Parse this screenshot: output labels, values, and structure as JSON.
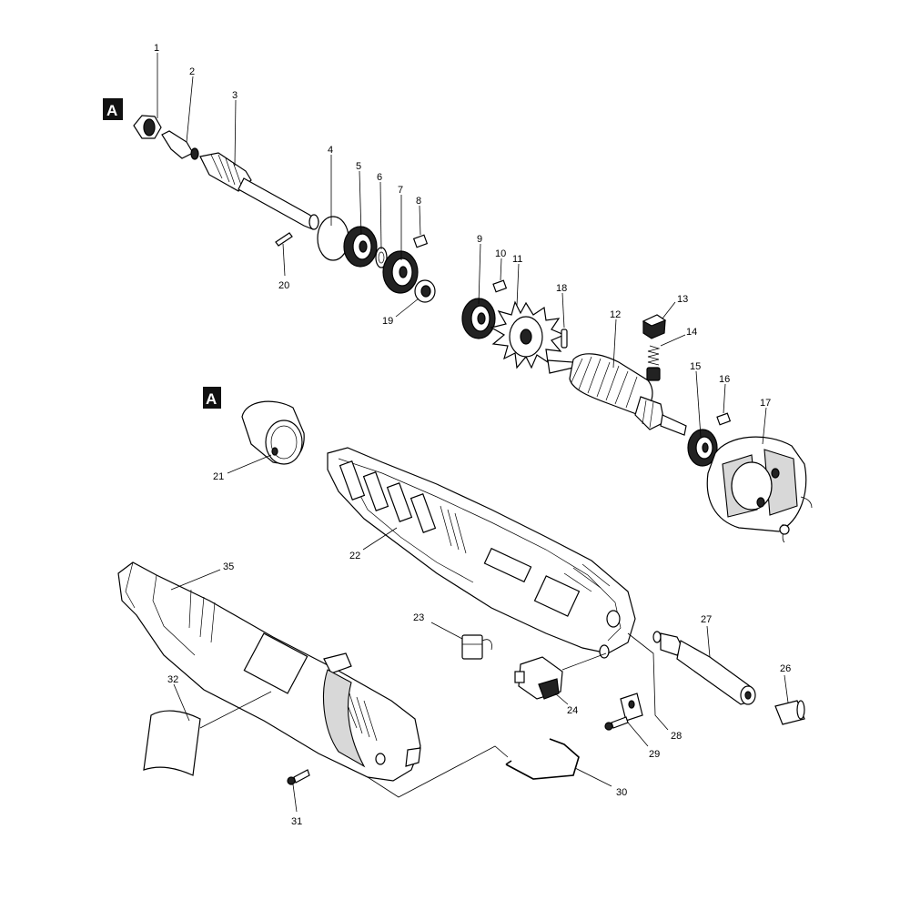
{
  "reference_markers": {
    "a_top": "A",
    "a_mid": "A"
  },
  "parts": [
    {
      "id": "1"
    },
    {
      "id": "2"
    },
    {
      "id": "3"
    },
    {
      "id": "4"
    },
    {
      "id": "5"
    },
    {
      "id": "6"
    },
    {
      "id": "7"
    },
    {
      "id": "8"
    },
    {
      "id": "9"
    },
    {
      "id": "10"
    },
    {
      "id": "11"
    },
    {
      "id": "12"
    },
    {
      "id": "13"
    },
    {
      "id": "14"
    },
    {
      "id": "15"
    },
    {
      "id": "16"
    },
    {
      "id": "17"
    },
    {
      "id": "18"
    },
    {
      "id": "19"
    },
    {
      "id": "20"
    },
    {
      "id": "21"
    },
    {
      "id": "22"
    },
    {
      "id": "23"
    },
    {
      "id": "24"
    },
    {
      "id": "26"
    },
    {
      "id": "27"
    },
    {
      "id": "28"
    },
    {
      "id": "29"
    },
    {
      "id": "30"
    },
    {
      "id": "31"
    },
    {
      "id": "32"
    },
    {
      "id": "35"
    }
  ]
}
